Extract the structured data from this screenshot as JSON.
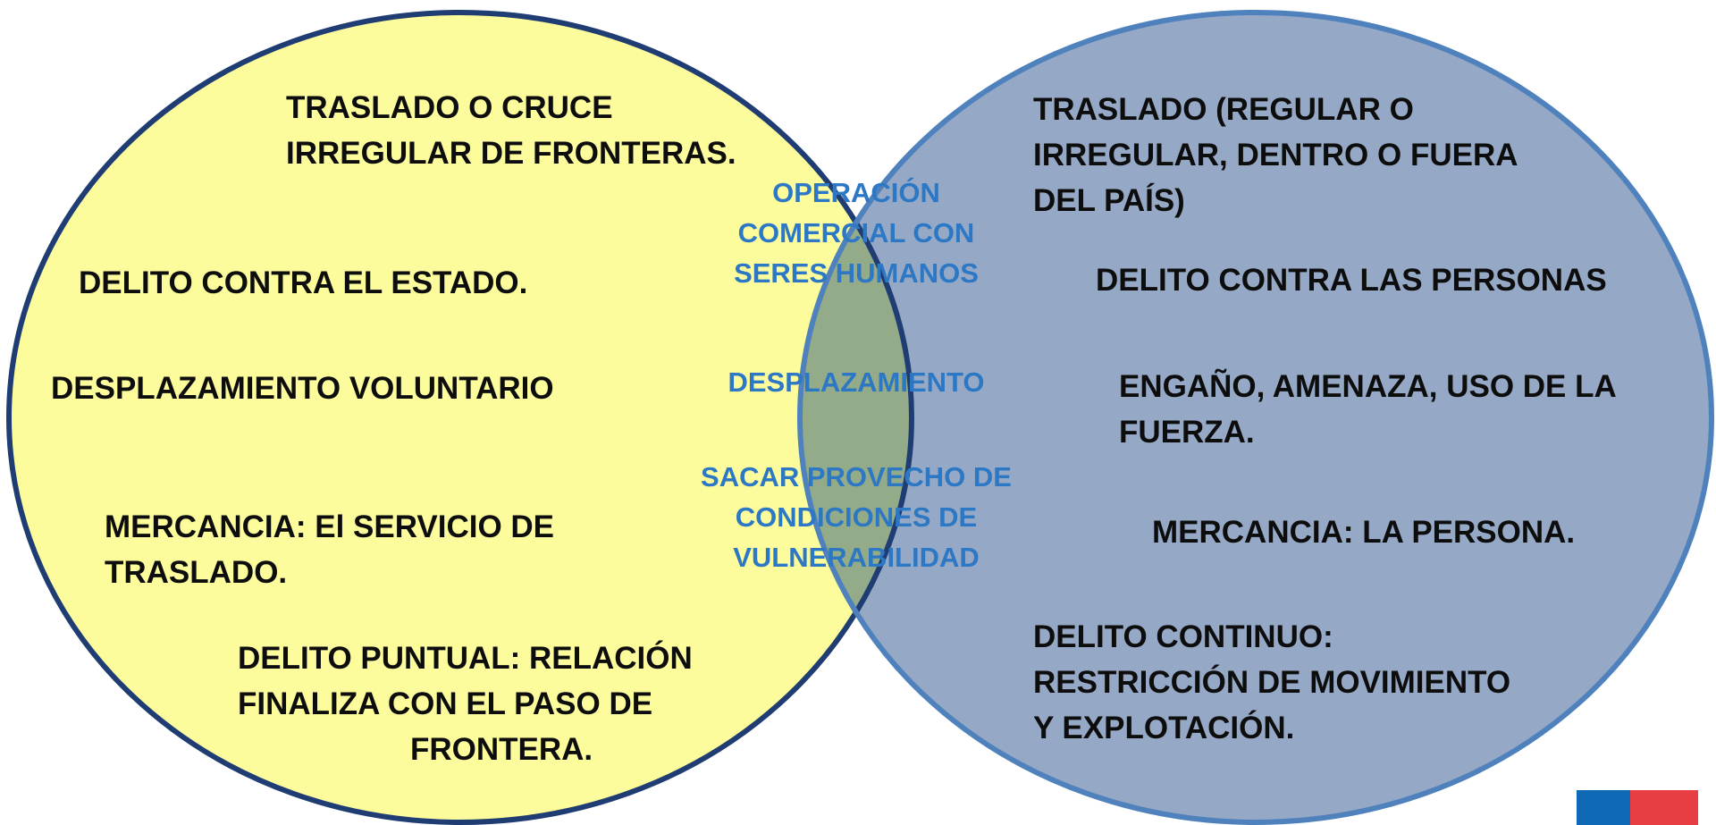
{
  "colors": {
    "left_fill": "#fcfc9d",
    "right_fill": "#95a9c6",
    "overlap_fill": "#94ab8a",
    "left_stroke": "#1f3d73",
    "right_stroke": "#4f81bd",
    "text_dark": "#0d0d0d",
    "text_center": "#2c78c4",
    "flag_blue": "#0f69b4",
    "flag_red": "#e63e42"
  },
  "left": {
    "items": [
      {
        "lines": [
          "TRASLADO O CRUCE",
          "IRREGULAR DE FRONTERAS."
        ]
      },
      {
        "lines": [
          "DELITO CONTRA EL ESTADO."
        ]
      },
      {
        "lines": [
          "DESPLAZAMIENTO VOLUNTARIO"
        ]
      },
      {
        "lines": [
          "MERCANCIA: El SERVICIO DE",
          "TRASLADO."
        ]
      },
      {
        "lines": [
          "DELITO PUNTUAL: RELACIÓN",
          "FINALIZA CON  EL PASO DE",
          "FRONTERA."
        ]
      }
    ]
  },
  "center": {
    "items": [
      {
        "lines": [
          "OPERACIÓN",
          "COMERCIAL CON",
          "SERES HUMANOS"
        ]
      },
      {
        "lines": [
          "DESPLAZAMIENTO"
        ]
      },
      {
        "lines": [
          "SACAR PROVECHO DE",
          "CONDICIONES DE",
          "VULNERABILIDAD"
        ]
      }
    ]
  },
  "right": {
    "items": [
      {
        "lines": [
          "TRASLADO (REGULAR O",
          "IRREGULAR, DENTRO O FUERA",
          "DEL PAÍS)"
        ]
      },
      {
        "lines": [
          "DELITO CONTRA LAS PERSONAS"
        ]
      },
      {
        "lines": [
          "ENGAÑO, AMENAZA, USO DE LA",
          "FUERZA."
        ]
      },
      {
        "lines": [
          "MERCANCIA: LA PERSONA."
        ]
      },
      {
        "lines": [
          "DELITO CONTINUO:",
          "RESTRICCIÓN DE MOVIMIENTO",
          "Y EXPLOTACIÓN."
        ]
      }
    ]
  }
}
